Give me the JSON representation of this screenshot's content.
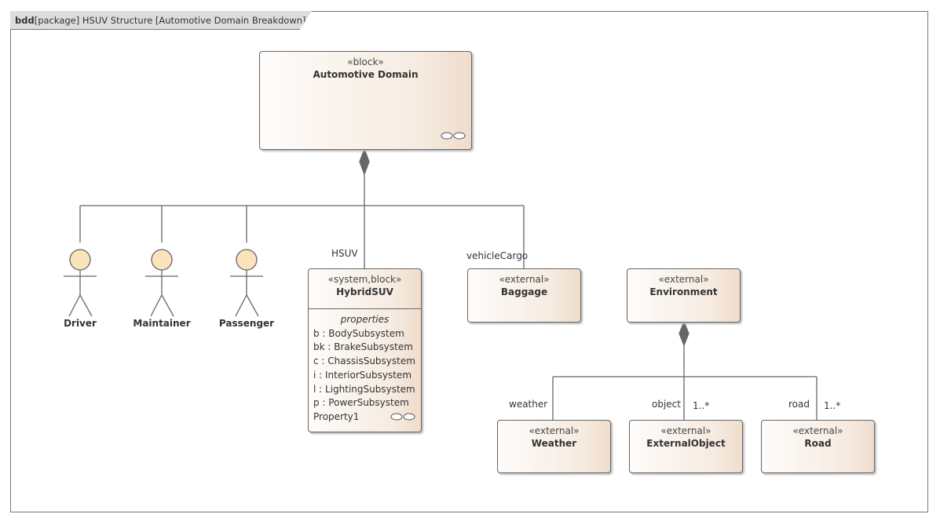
{
  "frame": {
    "kind": "bdd",
    "title": "[package] HSUV Structure [Automotive Domain Breakdown]"
  },
  "blocks": {
    "automotive_domain": {
      "stereotype": "«block»",
      "name": "Automotive Domain"
    },
    "hybrid_suv": {
      "stereotype": "«system,block»",
      "name": "HybridSUV",
      "compartment": "properties",
      "properties": [
        "b : BodySubsystem",
        "bk : BrakeSubsystem",
        "c : ChassisSubsystem",
        "i : InteriorSubsystem",
        "l : LightingSubsystem",
        "p : PowerSubsystem",
        "Property1"
      ]
    },
    "baggage": {
      "stereotype": "«external»",
      "name": "Baggage"
    },
    "environment": {
      "stereotype": "«external»",
      "name": "Environment"
    },
    "weather": {
      "stereotype": "«external»",
      "name": "Weather"
    },
    "external_object": {
      "stereotype": "«external»",
      "name": "ExternalObject"
    },
    "road": {
      "stereotype": "«external»",
      "name": "Road"
    }
  },
  "actors": [
    "Driver",
    "Maintainer",
    "Passenger"
  ],
  "roles": {
    "hsuv": "HSUV",
    "vehicle_cargo": "vehicleCargo",
    "weather": "weather",
    "object": "object",
    "object_mult": "1..*",
    "road": "road",
    "road_mult": "1..*"
  },
  "colors": {
    "block_fill_start": "#fefcfa",
    "block_fill_end": "#efdccb",
    "actor_fill": "#fbe3bd",
    "line": "#666666"
  }
}
